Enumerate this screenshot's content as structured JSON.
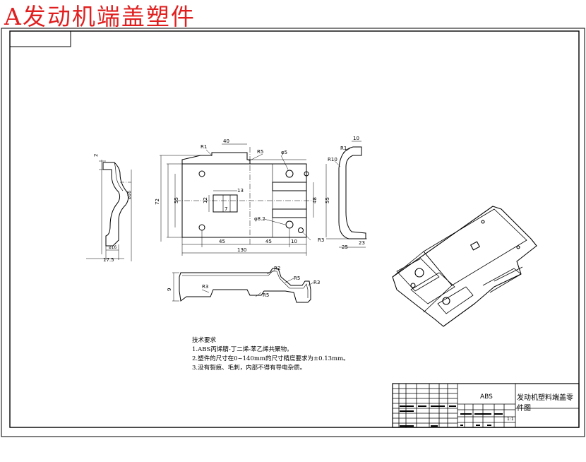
{
  "title": "A发动机端盖塑件",
  "notes": {
    "heading": "技术要求",
    "lines": [
      "1.ABS丙烯腈-丁二烯-苯乙烯共聚物。",
      "2.塑件的尺寸在0~140mm的尺寸精度要求为±0.13mm。",
      "3.没有裂痕、毛刺，内部不得有导电杂质。"
    ]
  },
  "dimensions": {
    "d2": "2",
    "d40": "40",
    "dR1": "R1",
    "dR5": "R5",
    "dPhi5": "φ5",
    "d10": "10",
    "dR10": "R10",
    "d13": "13",
    "d12": "12",
    "d7": "7",
    "d55": "55",
    "d48": "48",
    "d72": "72",
    "dPhi82": "φ8.2",
    "d45a": "45",
    "d45b": "45",
    "d10b": "10",
    "d130": "130",
    "dR3": "R3",
    "d23": "23",
    "d25": "25",
    "d17": "17.5",
    "d9": "9",
    "dR2": "R2",
    "dR5b": "R5",
    "dR3b": "R3",
    "dR5c": "R5"
  },
  "title_block": {
    "material": "ABS",
    "part_name": "发动机塑料端盖零件图",
    "scale": "1:1"
  }
}
